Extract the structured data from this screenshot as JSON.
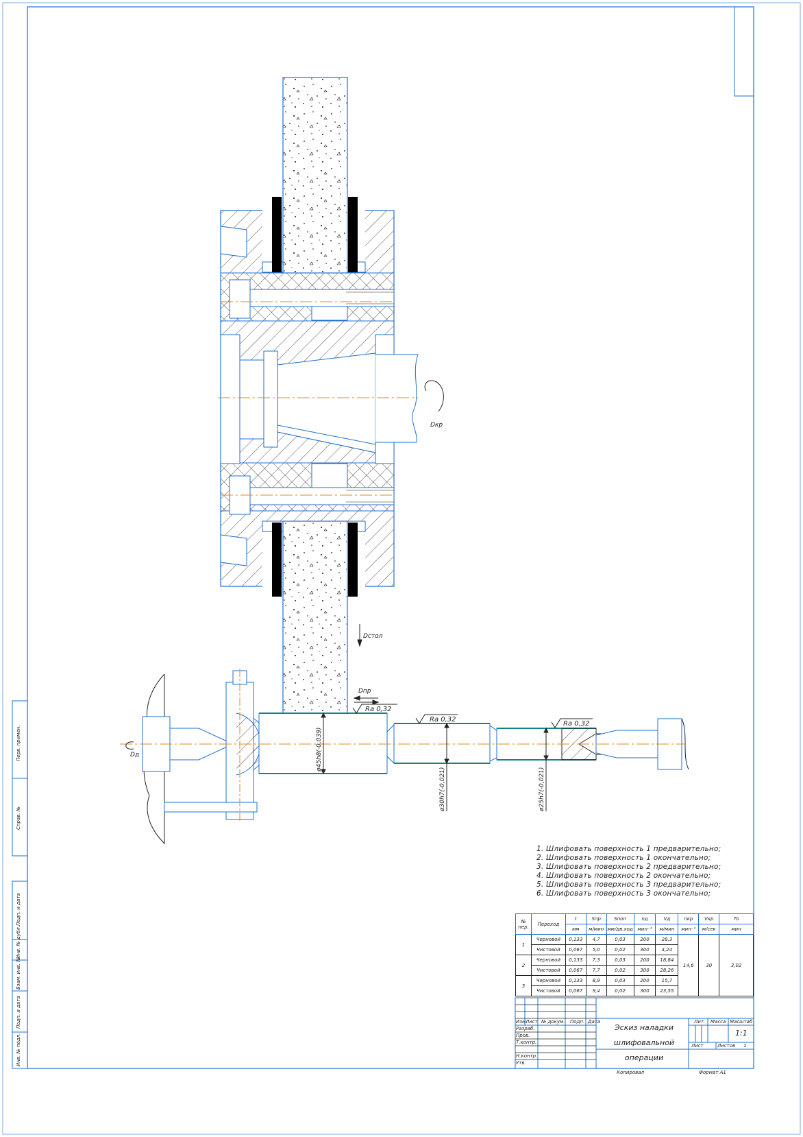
{
  "drawing": {
    "roughness": [
      "Ra 0,32",
      "Ra 0,32",
      "Ra 0,32"
    ],
    "dimensions": [
      "ø45h8(-0,039)",
      "ø30h7(-0,021)",
      "ø25h7(-0,021)"
    ],
    "motions": {
      "wheel_rotation": "Dкр",
      "table_feed": "Dстол",
      "cross_feed": "Dпр",
      "part_rotation": "Dд"
    }
  },
  "notes": [
    "1. Шлифовать поверхность 1 предварительно;",
    "2. Шлифовать поверхность 1 окончательно;",
    "3. Шлифовать поверхность 2 предварительно;",
    "4. Шлифовать поверхность 2 окончательно;",
    "5. Шлифовать поверхность 3 предварительно;",
    "6. Шлифовать поверхность 3 окончательно;"
  ],
  "ops_table": {
    "headers": [
      "№ пер.",
      "Переход",
      "t",
      "Sпр",
      "Sпоп",
      "nд",
      "Vд",
      "nкр",
      "Vкр",
      "To"
    ],
    "units": [
      "мм",
      "м/мин",
      "мм/дв.ход",
      "мин⁻¹",
      "м/мин",
      "мин⁻¹",
      "м/сек",
      "мин"
    ],
    "rows": [
      {
        "op": "1",
        "step": "Черновой",
        "t": "0,133",
        "s_pr": "4,7",
        "s_pop": "0,03",
        "n_d": "200",
        "v_d": "28,3"
      },
      {
        "op": "",
        "step": "Чистовой",
        "t": "0,067",
        "s_pr": "5,0",
        "s_pop": "0,02",
        "n_d": "300",
        "v_d": "4,24"
      },
      {
        "op": "2",
        "step": "Черновой",
        "t": "0,133",
        "s_pr": "7,3",
        "s_pop": "0,03",
        "n_d": "200",
        "v_d": "18,84"
      },
      {
        "op": "",
        "step": "Чистовой",
        "t": "0,067",
        "s_pr": "7,7",
        "s_pop": "0,02",
        "n_d": "300",
        "v_d": "28,26"
      },
      {
        "op": "3",
        "step": "Черновой",
        "t": "0,133",
        "s_pr": "8,9",
        "s_pop": "0,03",
        "n_d": "200",
        "v_d": "15,7"
      },
      {
        "op": "",
        "step": "Чистовой",
        "t": "0,067",
        "s_pr": "9,4",
        "s_pop": "0,02",
        "n_d": "300",
        "v_d": "23,55"
      }
    ],
    "n_kr": "14,6",
    "v_kr": "30",
    "t_o": "3,02"
  },
  "title_block": {
    "cols": [
      "Изм.",
      "Лист",
      "№ докум.",
      "Подп.",
      "Дата"
    ],
    "roles": [
      "Разраб.",
      "Пров.",
      "Т.контр.",
      "",
      "Н.контр.",
      "Утв."
    ],
    "title_line1": "Эскиз наладки",
    "title_line2": "шлифовальной операции",
    "lit": "Лит.",
    "mass": "Масса",
    "scale_label": "Масштаб",
    "scale": "1:1",
    "sheet": "Лист",
    "sheets": "Листов",
    "sheets_value": "1",
    "copied": "Копировал",
    "format": "Формат А1"
  },
  "margin": [
    "Перв. примен.",
    "Справ. №",
    "Подп. и дата",
    "Инв. № дубл.",
    "Взам. инв. №",
    "Подп. и дата",
    "Инв. № подл."
  ]
}
